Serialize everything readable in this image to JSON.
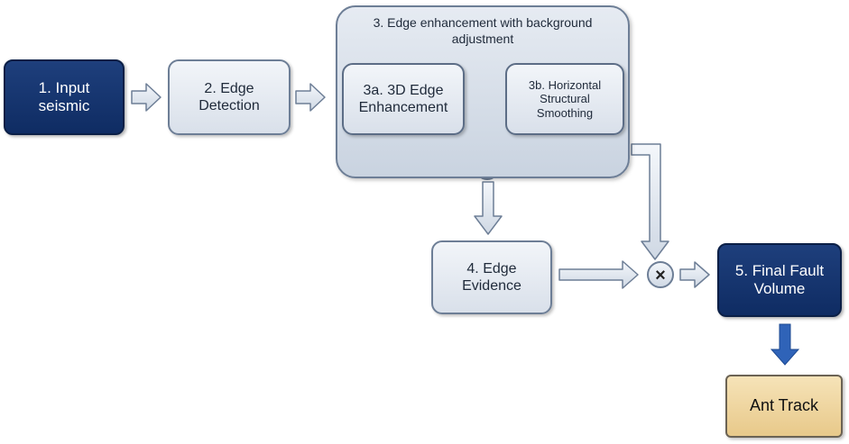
{
  "nodes": {
    "input": "1. Input\nseismic",
    "edge_detection": "2. Edge\nDetection",
    "group_title": "3. Edge enhancement  with background\nadjustment",
    "edge_enhancement_3d": "3a. 3D Edge\nEnhancement",
    "horizontal_smoothing": "3b. Horizontal\nStructural\nSmoothing",
    "edge_evidence": "4. Edge\nEvidence",
    "final_fault_volume": "5. Final Fault\nVolume",
    "ant_track": "Ant Track"
  },
  "operators": {
    "subtract": "−",
    "multiply": "×"
  },
  "colors": {
    "dark_box": "#15356f",
    "light_box": "#e4e9f0",
    "group_box": "#d3dbe6",
    "ant_track_box": "#efd6a2",
    "arrow_fill": "#dde4ee",
    "arrow_stroke": "#6d7e96",
    "down_arrow_blue": "#2f63b8"
  }
}
